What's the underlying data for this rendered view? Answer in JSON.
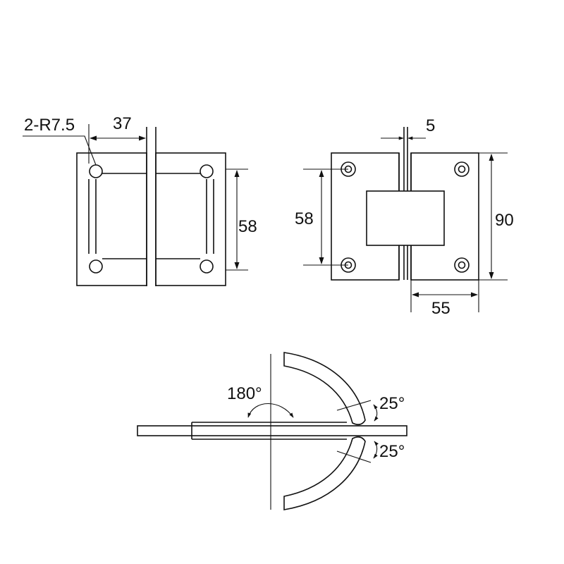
{
  "drawing": {
    "left_view": {
      "radius_label": "2-R7.5",
      "width_label": "37",
      "height_label": "58"
    },
    "right_view": {
      "gap_label": "5",
      "hole_spacing_label": "58",
      "height_label": "90",
      "width_label": "55"
    },
    "bottom_view": {
      "rotation_label": "180°",
      "upper_swing_label": "25°",
      "lower_swing_label": "25°"
    }
  }
}
